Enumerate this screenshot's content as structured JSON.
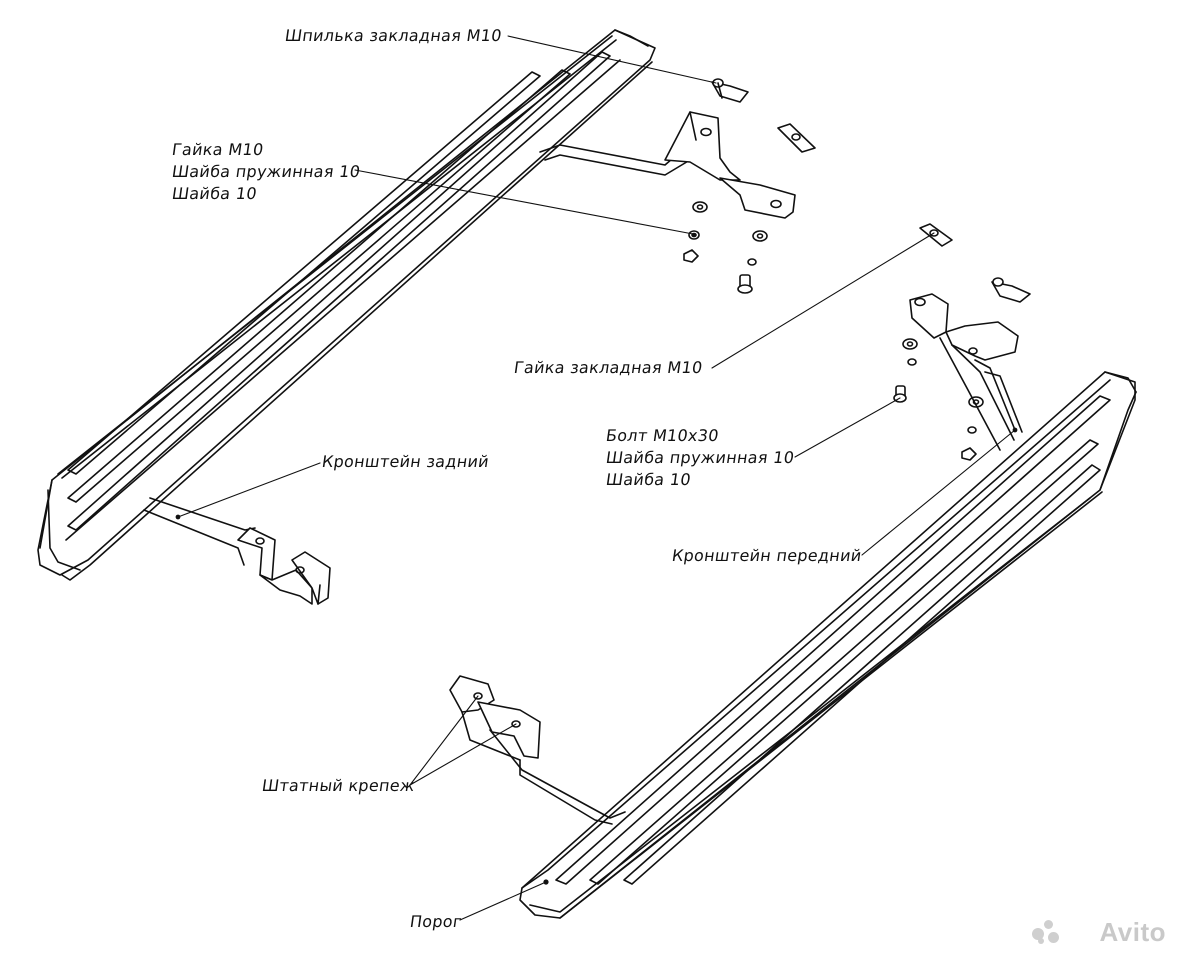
{
  "labels": {
    "stud_embedded": "Шпилька закладная М10",
    "nut_rear": "Гайка М10",
    "spring_washer_rear": "Шайба пружинная 10",
    "washer_rear": "Шайба 10",
    "bracket_rear": "Кронштейн задний",
    "nut_embedded": "Гайка закладная М10",
    "bolt": "Болт М10х30",
    "spring_washer_front": "Шайба пружинная 10",
    "washer_front": "Шайба 10",
    "bracket_front": "Кронштейн передний",
    "standard_fasteners": "Штатный крепеж",
    "step": "Порог"
  },
  "watermark": {
    "text": "Avito"
  },
  "colors": {
    "line": "#111111",
    "background": "#ffffff",
    "watermark": "#c9c9c9"
  }
}
